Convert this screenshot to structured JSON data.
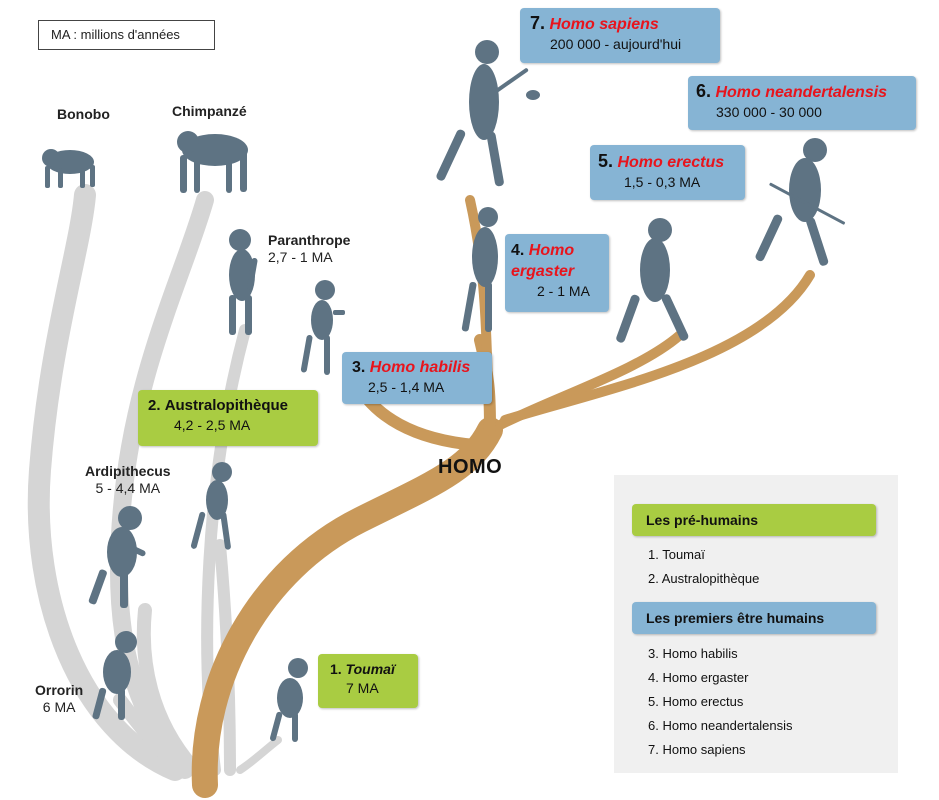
{
  "note": "MA : millions d'années",
  "trunk_label": "HOMO",
  "primates": [
    {
      "name": "Bonobo"
    },
    {
      "name": "Chimpanzé"
    }
  ],
  "hominids": [
    {
      "name": "Paranthrope",
      "dates": "2,7 - 1 MA"
    },
    {
      "name": "Ardipithecus",
      "dates": "5 - 4,4  MA"
    },
    {
      "name": "Orrorin",
      "dates": "6 MA"
    }
  ],
  "species": [
    {
      "number": "1.",
      "name": "Toumaï",
      "dates": "7 MA",
      "color": "#a9cc42"
    },
    {
      "number": "2.",
      "name": "Australopithèque",
      "dates": "4,2 - 2,5 MA",
      "color": "#a9cc42"
    },
    {
      "number": "3.",
      "name": "Homo habilis",
      "dates": "2,5 - 1,4 MA",
      "color": "#86b4d4"
    },
    {
      "number": "4.",
      "name_line1": "Homo",
      "name_line2": "ergaster",
      "dates": "2 - 1 MA",
      "color": "#86b4d4"
    },
    {
      "number": "5.",
      "name": "Homo erectus",
      "dates": "1,5 - 0,3 MA",
      "color": "#86b4d4"
    },
    {
      "number": "6.",
      "name": "Homo neandertalensis",
      "dates": "330 000 - 30 000",
      "color": "#86b4d4"
    },
    {
      "number": "7.",
      "name": "Homo sapiens",
      "dates": "200 000 - aujourd'hui",
      "color": "#86b4d4"
    }
  ],
  "legend": {
    "pre_title": "Les pré-humains",
    "pre_items": [
      "1. Toumaï",
      "2. Australopithèque"
    ],
    "first_title": "Les premiers être humains",
    "first_items": [
      "3. Homo habilis",
      "4. Homo ergaster",
      "5. Homo erectus",
      "6. Homo neandertalensis",
      "7. Homo sapiens"
    ]
  },
  "colors": {
    "homo_branch": "#c9995a",
    "other_branch": "#d5d5d5",
    "silhouette": "#5e7383",
    "pre_humans": "#a9cc42",
    "first_humans": "#86b4d4",
    "species_name": "#e8141c"
  }
}
